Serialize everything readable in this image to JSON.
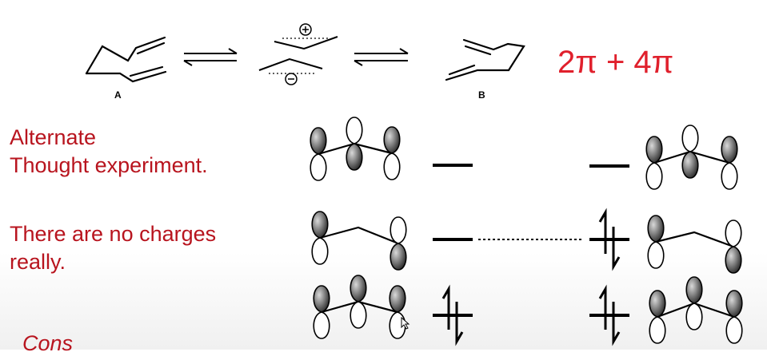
{
  "scheme": {
    "label_a": "A",
    "label_b": "B",
    "charge_plus": "⊕",
    "charge_minus": "⊖",
    "formula": "2π + 4π"
  },
  "text": {
    "line1": "Alternate",
    "line2": "Thought experiment.",
    "line3": "There are no charges",
    "line4": "really.",
    "line5": "Cons"
  },
  "colors": {
    "accent_red": "#e0202c",
    "text_red": "#b8141e"
  }
}
